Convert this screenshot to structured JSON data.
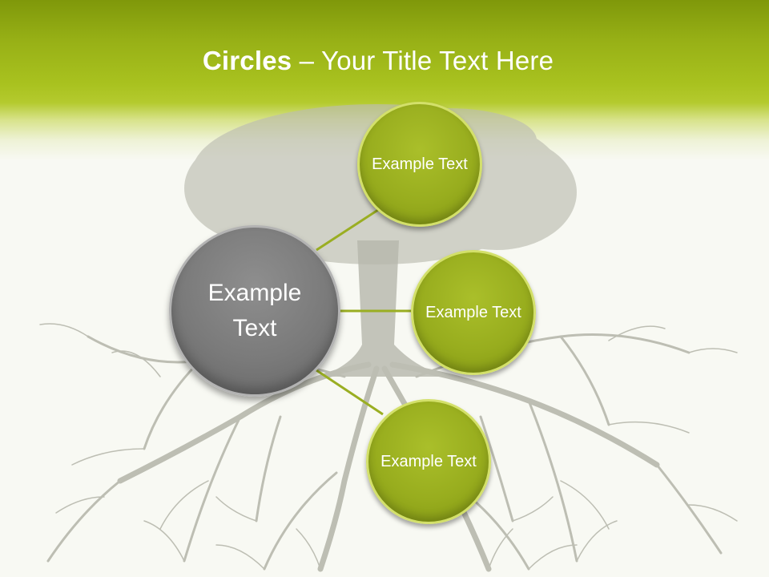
{
  "slide": {
    "title_bold": "Circles",
    "title_rest": " – Your Title Text Here"
  },
  "center_circle": {
    "text": "Example Text"
  },
  "satellites": [
    {
      "text": "Example Text"
    },
    {
      "text": "Example Text"
    },
    {
      "text": "Example Text"
    }
  ],
  "colors": {
    "header_green": "#97b016",
    "satellite_green": "#98ad1e",
    "center_grey": "#7a7a7a",
    "connector": "#9aae22",
    "tree_grey": "#b8b8ac"
  }
}
